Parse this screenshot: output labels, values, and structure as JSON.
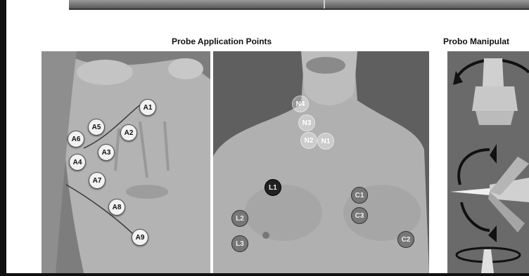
{
  "titles": {
    "application_points": "Probe Application Points",
    "manipulation": "Probo Manipulat"
  },
  "abdomen_markers": [
    "A1",
    "A5",
    "A2",
    "A6",
    "A3",
    "A4",
    "A7",
    "A8",
    "A9"
  ],
  "chest_markers": [
    "N4",
    "N3",
    "N2",
    "N1",
    "L1",
    "C1",
    "C3",
    "L2",
    "L3",
    "C2"
  ],
  "colors": {
    "panel_bg": "#6c6c6c",
    "skin": "#a9a9a9",
    "frame": "#111111"
  }
}
